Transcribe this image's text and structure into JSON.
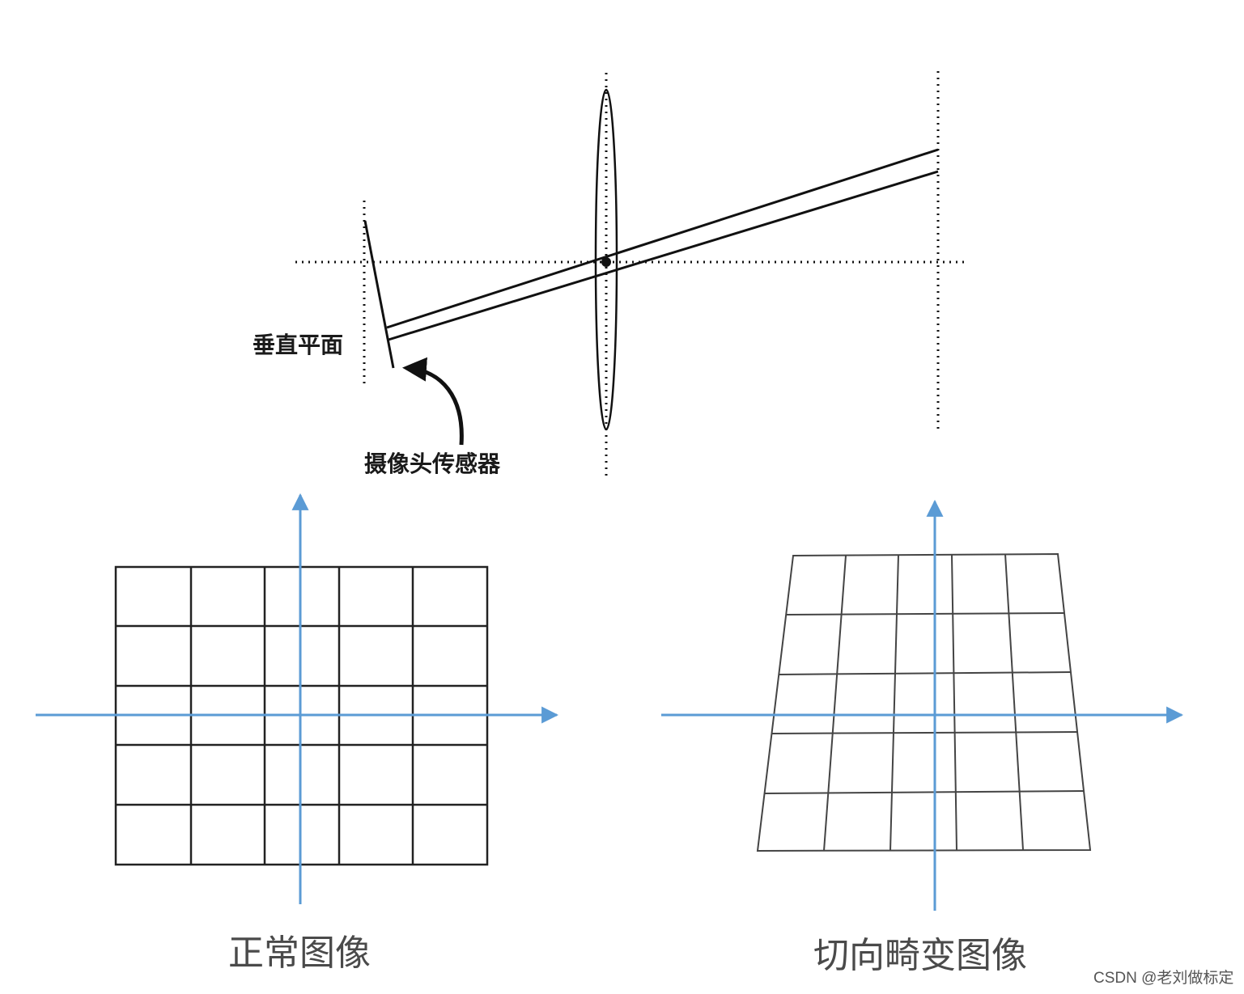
{
  "optics": {
    "vertical_plane_label": "垂直平面",
    "camera_sensor_label": "摄像头传感器"
  },
  "panels": {
    "normal": {
      "caption": "正常图像",
      "grid_rows": 5,
      "grid_cols": 5
    },
    "tangential": {
      "caption": "切向畸变图像",
      "grid_rows": 5,
      "grid_cols": 5
    }
  },
  "watermark": "CSDN @老刘做标定",
  "colors": {
    "axis_blue": "#5b9bd5",
    "line_dark": "#111111",
    "grid_line": "#222222",
    "grid_line_light": "#444444"
  }
}
